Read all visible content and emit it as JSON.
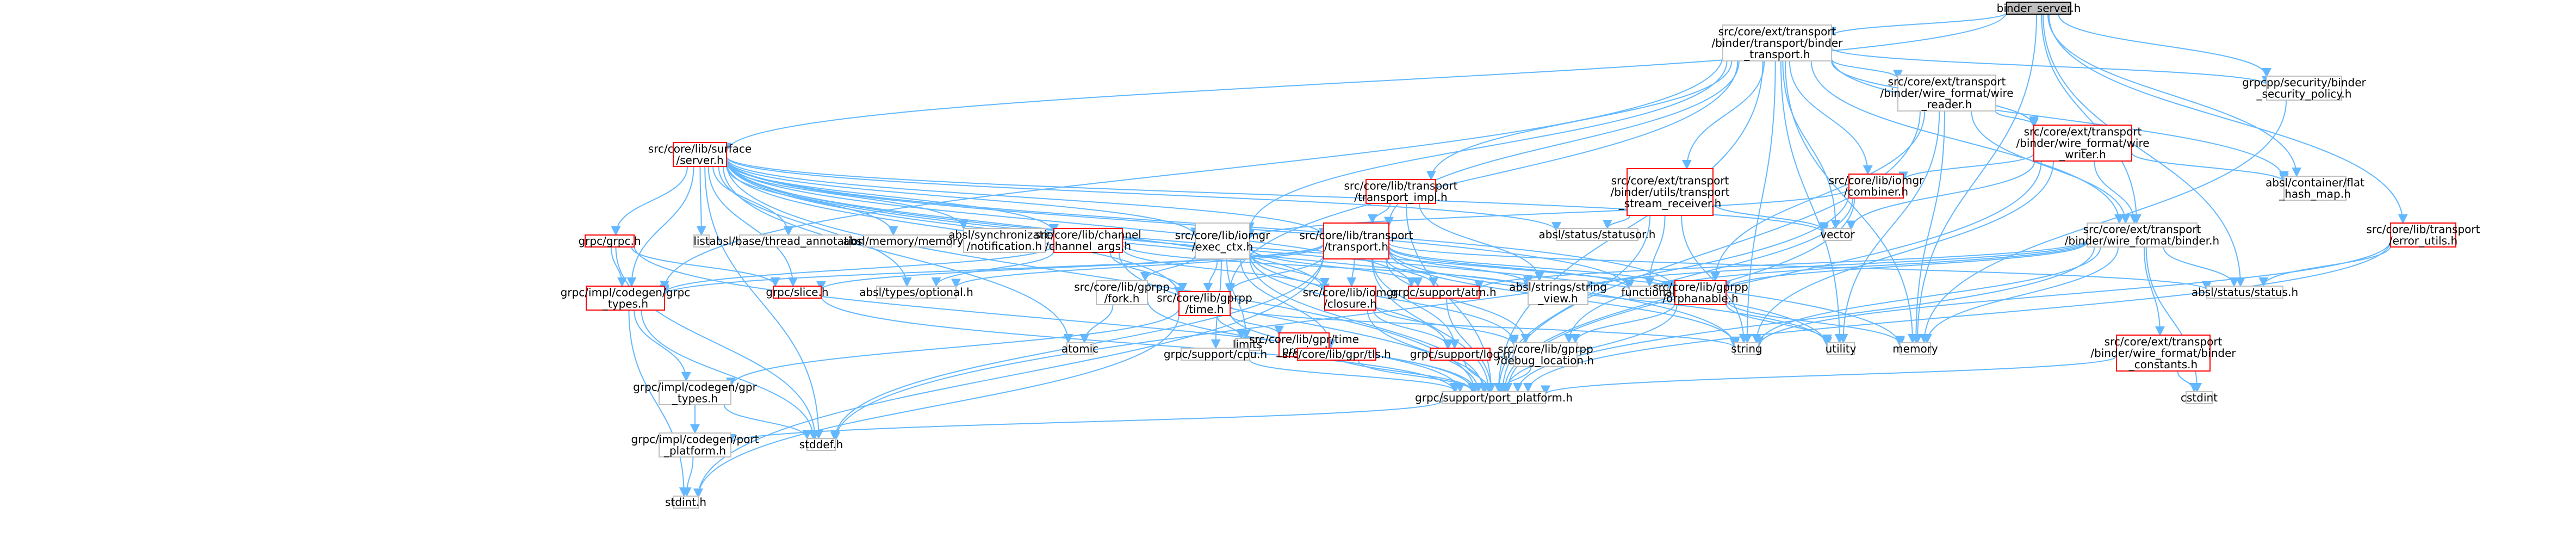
{
  "graph": {
    "nodes": [
      {
        "id": "binder_server",
        "lines": [
          "binder_server.h"
        ],
        "style": "root"
      },
      {
        "id": "binder_transport",
        "lines": [
          "src/core/ext/transport",
          "/binder/transport/binder",
          "_transport.h"
        ],
        "style": "normal"
      },
      {
        "id": "surface_server",
        "lines": [
          "src/core/lib/surface",
          "/server.h"
        ],
        "style": "red"
      },
      {
        "id": "wire_reader",
        "lines": [
          "src/core/ext/transport",
          "/binder/wire_format/wire",
          "_reader.h"
        ],
        "style": "normal"
      },
      {
        "id": "security_policy",
        "lines": [
          "grpcpp/security/binder",
          "_security_policy.h"
        ],
        "style": "normal"
      },
      {
        "id": "transport_impl",
        "lines": [
          "src/core/lib/transport",
          "/transport_impl.h"
        ],
        "style": "red"
      },
      {
        "id": "stream_receiver",
        "lines": [
          "src/core/ext/transport",
          "/binder/utils/transport",
          "_stream_receiver.h"
        ],
        "style": "red"
      },
      {
        "id": "wire_writer",
        "lines": [
          "src/core/ext/transport",
          "/binder/wire_format/wire",
          "_writer.h"
        ],
        "style": "red"
      },
      {
        "id": "combiner",
        "lines": [
          "src/core/lib/iomgr",
          "/combiner.h"
        ],
        "style": "red"
      },
      {
        "id": "flat_hash_map",
        "lines": [
          "absl/container/flat",
          "_hash_map.h"
        ],
        "style": "gray"
      },
      {
        "id": "error_utils",
        "lines": [
          "src/core/lib/transport",
          "/error_utils.h"
        ],
        "style": "red"
      },
      {
        "id": "grpc_h",
        "lines": [
          "grpc/grpc.h"
        ],
        "style": "red"
      },
      {
        "id": "list",
        "lines": [
          "list"
        ],
        "style": "gray"
      },
      {
        "id": "thread_annotations",
        "lines": [
          "absl/base/thread_annotations.h"
        ],
        "style": "gray"
      },
      {
        "id": "absl_memory",
        "lines": [
          "absl/memory/memory.h"
        ],
        "style": "gray"
      },
      {
        "id": "absl_notification",
        "lines": [
          "absl/synchronization",
          "/notification.h"
        ],
        "style": "gray"
      },
      {
        "id": "channel_args",
        "lines": [
          "src/core/lib/channel",
          "/channel_args.h"
        ],
        "style": "red"
      },
      {
        "id": "exec_ctx",
        "lines": [
          "src/core/lib/iomgr",
          "/exec_ctx.h"
        ],
        "style": "normal"
      },
      {
        "id": "transport_h",
        "lines": [
          "src/core/lib/transport",
          "/transport.h"
        ],
        "style": "red"
      },
      {
        "id": "statusor",
        "lines": [
          "absl/status/statusor.h"
        ],
        "style": "gray"
      },
      {
        "id": "vector",
        "lines": [
          "vector"
        ],
        "style": "gray"
      },
      {
        "id": "binder_h",
        "lines": [
          "src/core/ext/transport",
          "/binder/wire_format/binder.h"
        ],
        "style": "normal"
      },
      {
        "id": "grpc_types",
        "lines": [
          "grpc/impl/codegen/grpc",
          "_types.h"
        ],
        "style": "red"
      },
      {
        "id": "slice_h",
        "lines": [
          "grpc/slice.h"
        ],
        "style": "red"
      },
      {
        "id": "absl_optional",
        "lines": [
          "absl/types/optional.h"
        ],
        "style": "gray"
      },
      {
        "id": "fork_h",
        "lines": [
          "src/core/lib/gprpp",
          "/fork.h"
        ],
        "style": "normal"
      },
      {
        "id": "gprpp_time",
        "lines": [
          "src/core/lib/gprpp",
          "/time.h"
        ],
        "style": "red"
      },
      {
        "id": "closure_h",
        "lines": [
          "src/core/lib/iomgr",
          "/closure.h"
        ],
        "style": "red"
      },
      {
        "id": "atm_h",
        "lines": [
          "grpc/support/atm.h"
        ],
        "style": "red"
      },
      {
        "id": "string_view",
        "lines": [
          "absl/strings/string",
          "_view.h"
        ],
        "style": "gray"
      },
      {
        "id": "functional",
        "lines": [
          "functional"
        ],
        "style": "gray"
      },
      {
        "id": "orphanable",
        "lines": [
          "src/core/lib/gprpp",
          "/orphanable.h"
        ],
        "style": "red"
      },
      {
        "id": "absl_status",
        "lines": [
          "absl/status/status.h"
        ],
        "style": "gray"
      },
      {
        "id": "binder_constants",
        "lines": [
          "src/core/ext/transport",
          "/binder/wire_format/binder",
          "_constants.h"
        ],
        "style": "red"
      },
      {
        "id": "atomic",
        "lines": [
          "atomic"
        ],
        "style": "gray"
      },
      {
        "id": "limits",
        "lines": [
          "limits"
        ],
        "style": "gray"
      },
      {
        "id": "gpr_time_precise",
        "lines": [
          "src/core/lib/gpr/time",
          "_precise.h"
        ],
        "style": "red"
      },
      {
        "id": "cpu_h",
        "lines": [
          "grpc/support/cpu.h"
        ],
        "style": "normal"
      },
      {
        "id": "tls_h",
        "lines": [
          "src/core/lib/gpr/tls.h"
        ],
        "style": "red"
      },
      {
        "id": "log_h",
        "lines": [
          "grpc/support/log.h"
        ],
        "style": "red"
      },
      {
        "id": "debug_location",
        "lines": [
          "src/core/lib/gprpp",
          "/debug_location.h"
        ],
        "style": "normal"
      },
      {
        "id": "string",
        "lines": [
          "string"
        ],
        "style": "gray"
      },
      {
        "id": "utility",
        "lines": [
          "utility"
        ],
        "style": "gray"
      },
      {
        "id": "memory",
        "lines": [
          "memory"
        ],
        "style": "gray"
      },
      {
        "id": "cstdint",
        "lines": [
          "cstdint"
        ],
        "style": "gray"
      },
      {
        "id": "gpr_types",
        "lines": [
          "grpc/impl/codegen/gpr",
          "_types.h"
        ],
        "style": "normal"
      },
      {
        "id": "port_platform",
        "lines": [
          "grpc/support/port_platform.h"
        ],
        "style": "normal"
      },
      {
        "id": "codegen_port_platform",
        "lines": [
          "grpc/impl/codegen/port",
          "_platform.h"
        ],
        "style": "normal"
      },
      {
        "id": "stddef",
        "lines": [
          "stddef.h"
        ],
        "style": "gray"
      },
      {
        "id": "stdint",
        "lines": [
          "stdint.h"
        ],
        "style": "gray"
      }
    ],
    "edges": [
      [
        "binder_server",
        "binder_transport"
      ],
      [
        "binder_server",
        "surface_server"
      ],
      [
        "binder_server",
        "security_policy"
      ],
      [
        "binder_server",
        "binder_h"
      ],
      [
        "binder_server",
        "flat_hash_map"
      ],
      [
        "binder_server",
        "error_utils"
      ],
      [
        "binder_server",
        "memory"
      ],
      [
        "binder_server",
        "absl_status"
      ],
      [
        "binder_transport",
        "wire_reader"
      ],
      [
        "binder_transport",
        "security_policy"
      ],
      [
        "binder_transport",
        "transport_impl"
      ],
      [
        "binder_transport",
        "stream_receiver"
      ],
      [
        "binder_transport",
        "wire_writer"
      ],
      [
        "binder_transport",
        "combiner"
      ],
      [
        "binder_transport",
        "flat_hash_map"
      ],
      [
        "binder_transport",
        "exec_ctx"
      ],
      [
        "binder_transport",
        "transport_h"
      ],
      [
        "binder_transport",
        "binder_h"
      ],
      [
        "binder_transport",
        "vector"
      ],
      [
        "binder_transport",
        "string"
      ],
      [
        "binder_transport",
        "memory"
      ],
      [
        "binder_transport",
        "utility"
      ],
      [
        "binder_transport",
        "port_platform"
      ],
      [
        "binder_transport",
        "grpc_types"
      ],
      [
        "binder_transport",
        "gprpp_time"
      ],
      [
        "wire_reader",
        "wire_writer"
      ],
      [
        "wire_reader",
        "binder_h"
      ],
      [
        "wire_reader",
        "orphanable"
      ],
      [
        "wire_reader",
        "memory"
      ],
      [
        "wire_reader",
        "utility"
      ],
      [
        "wire_reader",
        "port_platform"
      ],
      [
        "wire_writer",
        "combiner"
      ],
      [
        "wire_writer",
        "flat_hash_map"
      ],
      [
        "wire_writer",
        "binder_h"
      ],
      [
        "wire_writer",
        "vector"
      ],
      [
        "wire_writer",
        "string"
      ],
      [
        "wire_writer",
        "port_platform"
      ],
      [
        "combiner",
        "exec_ctx"
      ],
      [
        "combiner",
        "debug_location"
      ],
      [
        "combiner",
        "stddef"
      ],
      [
        "combiner",
        "port_platform"
      ],
      [
        "transport_impl",
        "transport_h"
      ],
      [
        "transport_impl",
        "string_view"
      ],
      [
        "transport_impl",
        "port_platform"
      ],
      [
        "stream_receiver",
        "statusor"
      ],
      [
        "stream_receiver",
        "functional"
      ],
      [
        "stream_receiver",
        "vector"
      ],
      [
        "stream_receiver",
        "string"
      ],
      [
        "stream_receiver",
        "port_platform"
      ],
      [
        "error_utils",
        "absl_status"
      ],
      [
        "error_utils",
        "port_platform"
      ],
      [
        "error_utils",
        "string"
      ],
      [
        "security_policy",
        "memory"
      ],
      [
        "binder_h",
        "binder_constants"
      ],
      [
        "binder_h",
        "absl_status"
      ],
      [
        "binder_h",
        "functional"
      ],
      [
        "binder_h",
        "string_view"
      ],
      [
        "binder_h",
        "memory"
      ],
      [
        "binder_h",
        "string"
      ],
      [
        "binder_h",
        "cstdint"
      ],
      [
        "binder_h",
        "orphanable"
      ],
      [
        "binder_h",
        "port_platform"
      ],
      [
        "binder_h",
        "atm_h"
      ],
      [
        "binder_constants",
        "cstdint"
      ],
      [
        "binder_constants",
        "port_platform"
      ],
      [
        "surface_server",
        "grpc_h"
      ],
      [
        "surface_server",
        "list"
      ],
      [
        "surface_server",
        "thread_annotations"
      ],
      [
        "surface_server",
        "absl_memory"
      ],
      [
        "surface_server",
        "absl_notification"
      ],
      [
        "surface_server",
        "channel_args"
      ],
      [
        "surface_server",
        "exec_ctx"
      ],
      [
        "surface_server",
        "transport_h"
      ],
      [
        "surface_server",
        "statusor"
      ],
      [
        "surface_server",
        "vector"
      ],
      [
        "surface_server",
        "grpc_types"
      ],
      [
        "surface_server",
        "slice_h"
      ],
      [
        "surface_server",
        "absl_optional"
      ],
      [
        "surface_server",
        "gprpp_time"
      ],
      [
        "surface_server",
        "closure_h"
      ],
      [
        "surface_server",
        "atm_h"
      ],
      [
        "surface_server",
        "functional"
      ],
      [
        "surface_server",
        "orphanable"
      ],
      [
        "surface_server",
        "port_platform"
      ],
      [
        "surface_server",
        "atomic"
      ],
      [
        "surface_server",
        "string"
      ],
      [
        "surface_server",
        "utility"
      ],
      [
        "surface_server",
        "memory"
      ],
      [
        "surface_server",
        "stddef"
      ],
      [
        "channel_args",
        "grpc_types"
      ],
      [
        "channel_args",
        "absl_optional"
      ],
      [
        "channel_args",
        "gprpp_time"
      ],
      [
        "channel_args",
        "closure_h"
      ],
      [
        "channel_args",
        "string_view"
      ],
      [
        "channel_args",
        "port_platform"
      ],
      [
        "grpc_h",
        "grpc_types"
      ],
      [
        "grpc_h",
        "slice_h"
      ],
      [
        "grpc_h",
        "stddef"
      ],
      [
        "grpc_h",
        "port_platform"
      ],
      [
        "exec_ctx",
        "fork_h"
      ],
      [
        "exec_ctx",
        "gprpp_time"
      ],
      [
        "exec_ctx",
        "closure_h"
      ],
      [
        "exec_ctx",
        "atm_h"
      ],
      [
        "exec_ctx",
        "cpu_h"
      ],
      [
        "exec_ctx",
        "tls_h"
      ],
      [
        "exec_ctx",
        "log_h"
      ],
      [
        "exec_ctx",
        "debug_location"
      ],
      [
        "exec_ctx",
        "limits"
      ],
      [
        "exec_ctx",
        "port_platform"
      ],
      [
        "transport_h",
        "grpc_types"
      ],
      [
        "transport_h",
        "slice_h"
      ],
      [
        "transport_h",
        "absl_optional"
      ],
      [
        "transport_h",
        "gprpp_time"
      ],
      [
        "transport_h",
        "closure_h"
      ],
      [
        "transport_h",
        "atm_h"
      ],
      [
        "transport_h",
        "string_view"
      ],
      [
        "transport_h",
        "functional"
      ],
      [
        "transport_h",
        "orphanable"
      ],
      [
        "transport_h",
        "absl_status"
      ],
      [
        "transport_h",
        "log_h"
      ],
      [
        "transport_h",
        "debug_location"
      ],
      [
        "transport_h",
        "string"
      ],
      [
        "transport_h",
        "utility"
      ],
      [
        "transport_h",
        "port_platform"
      ],
      [
        "transport_h",
        "stddef"
      ],
      [
        "transport_h",
        "stdint"
      ],
      [
        "grpc_types",
        "gpr_types"
      ],
      [
        "grpc_types",
        "stddef"
      ],
      [
        "grpc_types",
        "stdint"
      ],
      [
        "slice_h",
        "port_platform"
      ],
      [
        "fork_h",
        "atomic"
      ],
      [
        "fork_h",
        "port_platform"
      ],
      [
        "gprpp_time",
        "limits"
      ],
      [
        "gprpp_time",
        "gpr_time_precise"
      ],
      [
        "gprpp_time",
        "string"
      ],
      [
        "gprpp_time",
        "gpr_types"
      ],
      [
        "gprpp_time",
        "stdint"
      ],
      [
        "gprpp_time",
        "port_platform"
      ],
      [
        "gpr_time_precise",
        "port_platform"
      ],
      [
        "closure_h",
        "log_h"
      ],
      [
        "closure_h",
        "debug_location"
      ],
      [
        "closure_h",
        "port_platform"
      ],
      [
        "atm_h",
        "port_platform"
      ],
      [
        "orphanable",
        "memory"
      ],
      [
        "orphanable",
        "utility"
      ],
      [
        "orphanable",
        "debug_location"
      ],
      [
        "orphanable",
        "port_platform"
      ],
      [
        "cpu_h",
        "port_platform"
      ],
      [
        "tls_h",
        "port_platform"
      ],
      [
        "log_h",
        "port_platform"
      ],
      [
        "debug_location",
        "port_platform"
      ],
      [
        "gpr_types",
        "codegen_port_platform"
      ],
      [
        "gpr_types",
        "stddef"
      ],
      [
        "port_platform",
        "codegen_port_platform"
      ],
      [
        "codegen_port_platform",
        "stdint"
      ]
    ]
  }
}
